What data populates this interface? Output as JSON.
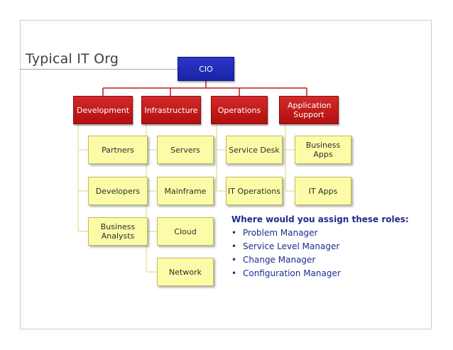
{
  "title": "Typical IT Org",
  "cio": "CIO",
  "departments": [
    {
      "label": "Development",
      "children": [
        "Partners",
        "Developers",
        "Business Analysts"
      ]
    },
    {
      "label": "Infrastructure",
      "children": [
        "Servers",
        "Mainframe",
        "Cloud",
        "Network"
      ]
    },
    {
      "label": "Operations",
      "children": [
        "Service Desk",
        "IT Operations"
      ]
    },
    {
      "label": "Application Support",
      "children": [
        "Business Apps",
        "IT Apps"
      ]
    }
  ],
  "question": {
    "heading": "Where would you assign these roles:",
    "bullet": "•",
    "roles": [
      "Problem Manager",
      "Service Level Manager",
      "Change Manager",
      "Configuration Manager"
    ]
  },
  "colors": {
    "cio": "#1f29b8",
    "department": "#c01818",
    "child": "#fcfca8",
    "connector_top": "#c01818",
    "connector_child": "#e6e6a0"
  }
}
